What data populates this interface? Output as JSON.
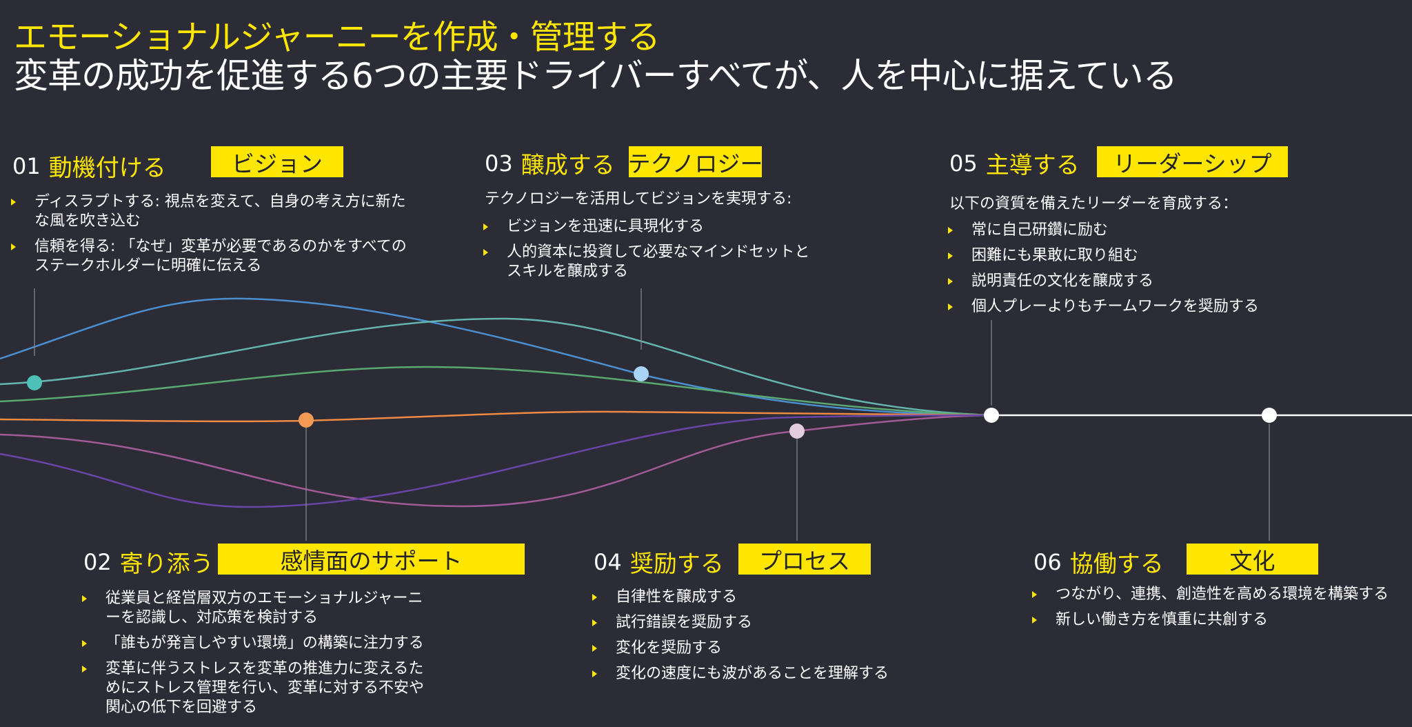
{
  "title": {
    "line1": "エモーショナルジャーニーを作成・管理する",
    "line2": "変革の成功を促進する6つの主要ドライバーすべてが、人を中心に据えている"
  },
  "colors": {
    "accent": "#ffe600",
    "background": "#2b2c36"
  },
  "drivers": [
    {
      "num": "01",
      "verb": "動機付ける",
      "tag": "ビジョン",
      "intro": "",
      "bullets": [
        "ディスラプトする:  視点を変えて、自身の考え方に新たな風を吹き込む",
        "信頼を得る: 「なぜ」変革が必要であるのかをすべてのステークホルダーに明確に伝える"
      ]
    },
    {
      "num": "02",
      "verb": "寄り添う",
      "tag": "感情面のサポート",
      "intro": "",
      "bullets": [
        "従業員と経営層双方のエモーショナルジャーニーを認識し、対応策を検討する",
        "「誰もが発言しやすい環境」の構築に注力する",
        "変革に伴うストレスを変革の推進力に変えるためにストレス管理を行い、変革に対する不安や関心の低下を回避する"
      ]
    },
    {
      "num": "03",
      "verb": "醸成する",
      "tag": "テクノロジー",
      "intro": "テクノロジーを活用してビジョンを実現する:",
      "bullets": [
        "ビジョンを迅速に具現化する",
        "人的資本に投資して必要なマインドセットとスキルを醸成する"
      ]
    },
    {
      "num": "04",
      "verb": "奨励する",
      "tag": "プロセス",
      "intro": "",
      "bullets": [
        "自律性を醸成する",
        "試行錯誤を奨励する",
        "変化を奨励する",
        "変化の速度にも波があることを理解する"
      ]
    },
    {
      "num": "05",
      "verb": "主導する",
      "tag": "リーダーシップ",
      "intro": "以下の資質を備えたリーダーを育成する：",
      "bullets": [
        "常に自己研鑽に励む",
        "困難にも果敢に取り組む",
        "説明責任の文化を醸成する",
        "個人プレーよりもチームワークを奨励する"
      ]
    },
    {
      "num": "06",
      "verb": "協働する",
      "tag": "文化",
      "intro": "",
      "bullets": [
        "つながり、連携、創造性を高める環境を構築する",
        "新しい働き方を慎重に共創する"
      ]
    }
  ]
}
